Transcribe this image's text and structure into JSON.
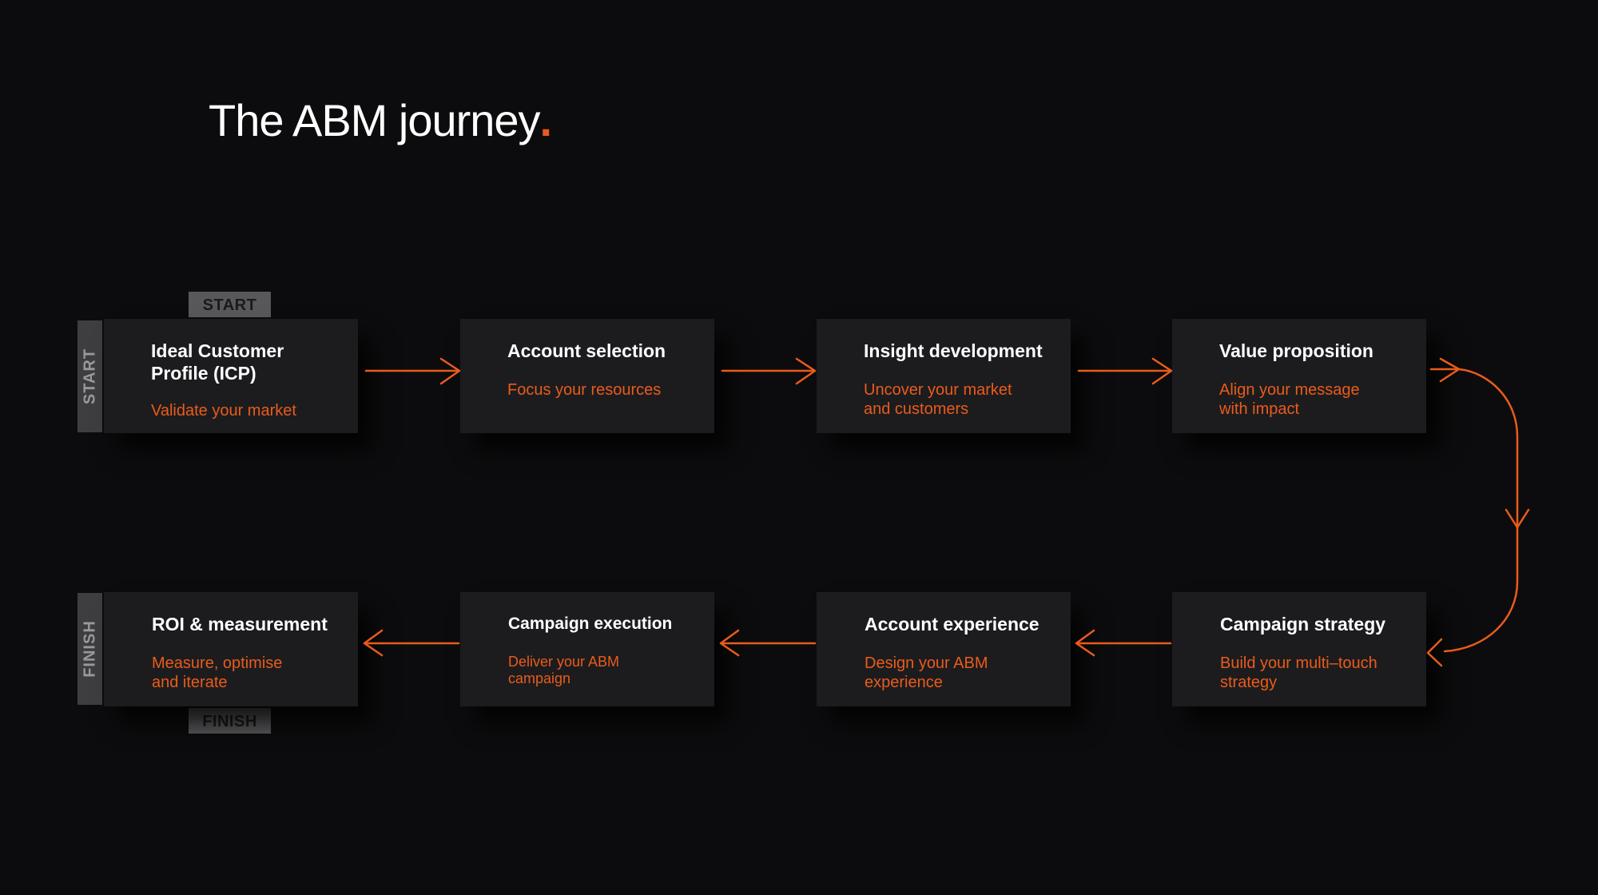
{
  "title": {
    "text": "The ABM journey",
    "dot": "."
  },
  "start_label": "START",
  "finish_label": "FINISH",
  "steps": [
    {
      "title": "Ideal Customer\nProfile (ICP)",
      "subtitle": "Validate your market"
    },
    {
      "title": "Account selection",
      "subtitle": "Focus your resources"
    },
    {
      "title": "Insight development",
      "subtitle": "Uncover your market\nand customers"
    },
    {
      "title": "Value proposition",
      "subtitle": "Align your message\nwith impact"
    },
    {
      "title": "Campaign strategy",
      "subtitle": "Build your multi–touch\nstrategy"
    },
    {
      "title": "Account experience",
      "subtitle": "Design your ABM\nexperience"
    },
    {
      "title": "Campaign execution",
      "subtitle": "Deliver your ABM\ncampaign"
    },
    {
      "title": "ROI & measurement",
      "subtitle": "Measure, optimise\nand iterate"
    }
  ],
  "colors": {
    "accent": "#ea5b1b",
    "card": "#1c1c1e",
    "background": "#0c0c0e"
  }
}
